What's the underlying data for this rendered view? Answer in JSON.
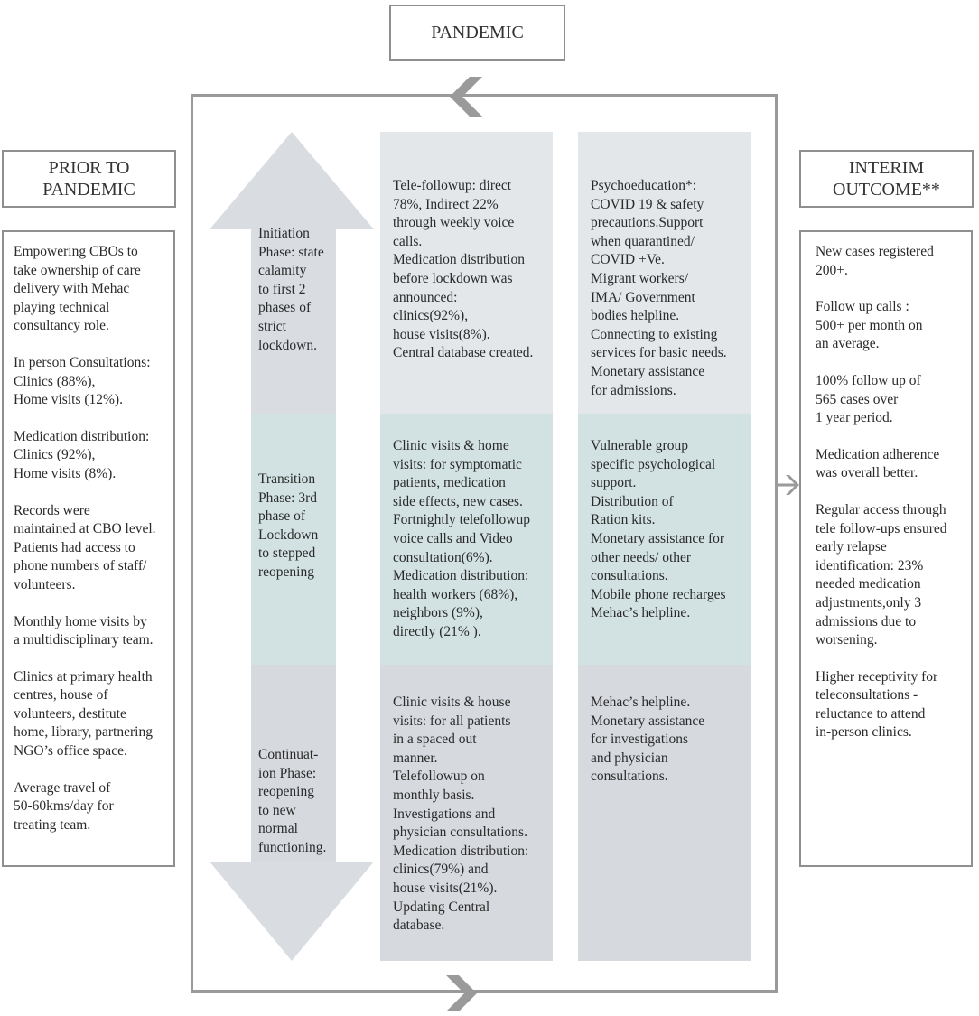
{
  "header": {
    "title": "PANDEMIC"
  },
  "left": {
    "title_lines": [
      "PRIOR TO",
      "PANDEMIC"
    ],
    "paragraphs": [
      [
        "Empowering  CBOs to",
        "take ownership of care",
        "delivery with  Mehac",
        "playing technical",
        "consultancy role."
      ],
      [
        "In person Consultations:",
        "Clinics (88%),",
        "Home visits (12%)."
      ],
      [
        "Medication distribution:",
        "Clinics (92%),",
        "Home visits (8%)."
      ],
      [
        "Records were",
        "maintained at CBO level.",
        "Patients had access to",
        "phone numbers of staff/",
        "volunteers."
      ],
      [
        "Monthly home visits by",
        "a multidisciplinary team."
      ],
      [
        "Clinics at primary health",
        "centres, house of",
        "volunteers, destitute",
        "home, library, partnering",
        "NGO’s office space."
      ],
      [
        "Average travel of",
        "50-60kms/day for",
        "treating team."
      ]
    ]
  },
  "right": {
    "title_lines": [
      "INTERIM",
      "OUTCOME**"
    ],
    "paragraphs": [
      [
        "New cases registered",
        "200+."
      ],
      [
        "Follow up calls :",
        "500+ per month on",
        "an average."
      ],
      [
        "100% follow up of",
        "565 cases  over",
        "1 year period."
      ],
      [
        "Medication adherence",
        "was overall better."
      ],
      [
        "Regular access through",
        "tele follow-ups ensured",
        "early  relapse",
        "identification: 23%",
        "needed medication",
        "adjustments,only 3",
        "admissions due to",
        "worsening."
      ],
      [
        "Higher receptivity for",
        " teleconsultations -",
        "reluctance to attend",
        " in-person clinics."
      ]
    ]
  },
  "phases": [
    {
      "lines": [
        "Initiation",
        "Phase: state",
        "calamity",
        "to first 2",
        "phases of",
        "strict",
        "lockdown."
      ]
    },
    {
      "lines": [
        "Transition",
        " Phase: 3rd",
        "phase of",
        "Lockdown",
        "to stepped",
        "reopening"
      ]
    },
    {
      "lines": [
        "Continuat-",
        "ion Phase:",
        "reopening",
        "to new",
        "normal",
        "functioning."
      ]
    }
  ],
  "col1": [
    [
      "Tele-followup: direct",
      "78%, Indirect 22%",
      "through weekly voice",
      "calls.",
      "Medication distribution",
      "before lockdown was",
      "announced:",
      "clinics(92%),",
      "house visits(8%).",
      "Central database created."
    ],
    [
      "Clinic visits & home",
      "visits: for symptomatic",
      "patients, medication",
      "side effects, new cases.",
      "Fortnightly telefollowup",
      "voice calls and Video",
      "consultation(6%).",
      "Medication distribution:",
      "health workers (68%),",
      "neighbors (9%),",
      "directly (21% )."
    ],
    [
      "Clinic visits & house",
      "visits: for all patients",
      "in a spaced out",
      "manner.",
      "Telefollowup on",
      "monthly basis.",
      "Investigations and",
      "physician consultations.",
      "Medication distribution:",
      "clinics(79%) and",
      "house visits(21%).",
      "Updating Central",
      "database."
    ]
  ],
  "col2": [
    [
      "Psychoeducation*:",
      "COVID 19 & safety",
      "precautions.Support",
      "when quarantined/",
      "COVID +Ve.",
      "Migrant workers/",
      "IMA/ Government",
      "bodies helpline.",
      "Connecting to existing",
      "services for basic needs.",
      "Monetary assistance",
      "for admissions."
    ],
    [
      "Vulnerable group",
      "specific psychological",
      " support.",
      "Distribution of",
      "Ration kits.",
      "Monetary assistance for",
      "other needs/ other",
      "consultations.",
      "Mobile phone recharges",
      "Mehac’s  helpline."
    ],
    [
      "Mehac’s  helpline.",
      "Monetary assistance",
      "for investigations",
      "and physician",
      "consultations."
    ]
  ],
  "colors": {
    "band1": "#e3e7ea",
    "band2": "#d2e2e2",
    "band3": "#d6d9de",
    "arrow": "#d9dde2",
    "frame": "#9a9a9a"
  },
  "icons": [
    "bidirectional-arrow-icon",
    "left-chevron-icon",
    "right-chevron-icon",
    "right-arrow-icon"
  ]
}
